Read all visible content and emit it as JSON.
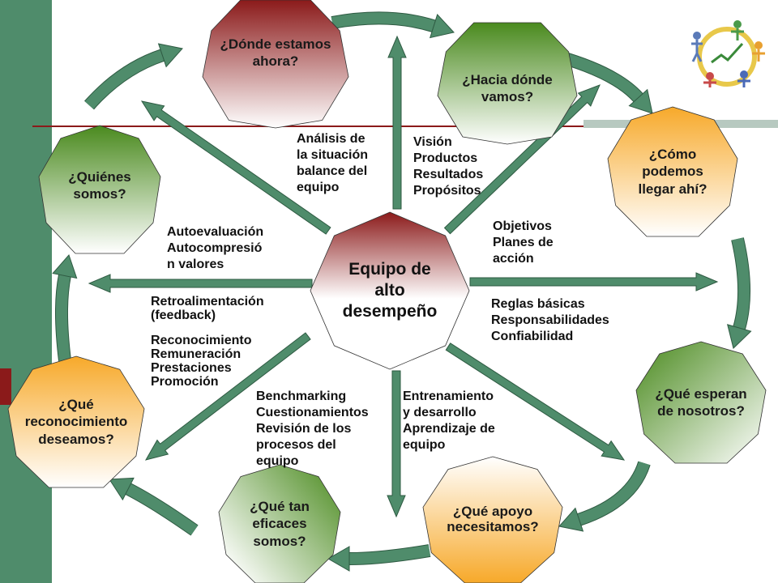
{
  "center": {
    "label": "Equipo de\nalto\ndesempeño"
  },
  "nodes": [
    {
      "id": "donde",
      "label": "¿Dónde estamos\nahora?",
      "gradient": [
        "#8b1a1a",
        "#ffffff"
      ]
    },
    {
      "id": "hacia",
      "label": "¿Hacia dónde\nvamos?",
      "gradient": [
        "#4a8a1e",
        "#ffffff"
      ]
    },
    {
      "id": "como",
      "label": "¿Cómo\npodemos\nllegar ahí?",
      "gradient": [
        "#f7a92a",
        "#ffffff"
      ]
    },
    {
      "id": "esperan",
      "label": "¿Qué esperan\nde nosotros?",
      "gradient": [
        "#4a8a1e",
        "#ffffff"
      ]
    },
    {
      "id": "apoyo",
      "label": "¿Qué apoyo\nnecesitamos?",
      "gradient": [
        "#ffffff",
        "#f7a92a"
      ]
    },
    {
      "id": "eficaces",
      "label": "¿Qué tan\neficaces\nsomos?",
      "gradient": [
        "#4a8a1e",
        "#ffffff"
      ]
    },
    {
      "id": "reconocimiento",
      "label": "¿Qué\nreconocimiento\ndeseamos?",
      "gradient": [
        "#f7a92a",
        "#ffffff"
      ]
    },
    {
      "id": "quienes",
      "label": "¿Quiénes\nsomos?",
      "gradient": [
        "#4a8a1e",
        "#ffffff"
      ]
    }
  ],
  "labels": {
    "analisis": "Análisis de\nla situación\nbalance del\nequipo",
    "vision": "Visión\nProductos\nResultados\nPropósitos",
    "objetivos": "Objetivos\nPlanes de\nacción",
    "reglas": "Reglas básicas\nResponsabilidades\nConfiabilidad",
    "autoevaluacion": "Autoevaluación\nAutocompresió\nn valores",
    "retroalimentacion": "Retroalimentación\n(feedback)",
    "reconocimiento": "Reconocimiento\nRemuneración\nPrestaciones\nPromoción",
    "benchmarking": "Benchmarking\nCuestionamientos\nRevisión de los\nprocesos del\nequipo",
    "entrenamiento": "Entrenamiento\ny desarrollo\nAprendizaje de\nequipo"
  },
  "colors": {
    "arrow": "#4f8c6b",
    "arrow_stroke": "#2e5a42",
    "sidebar": "#4f8c6b",
    "accent_line": "#8b1a1a",
    "center_top": "#8b1a1a"
  }
}
